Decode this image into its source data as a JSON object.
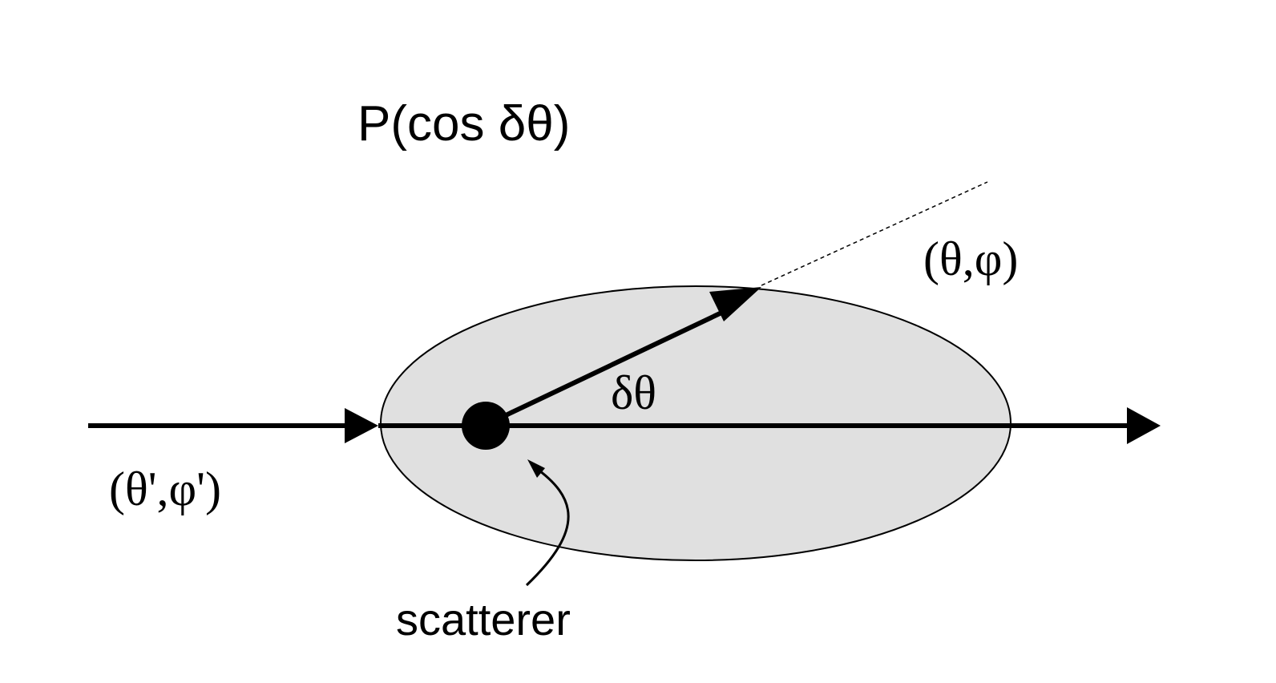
{
  "diagram": {
    "labels": {
      "phase_function": "P(cos δθ)",
      "outgoing_direction": "(θ,φ)",
      "incoming_direction": "(θ',φ')",
      "scatter_angle": "δθ",
      "scatterer": "scatterer"
    },
    "colors": {
      "ellipse_fill": "#e0e0e0",
      "stroke": "#000000"
    }
  }
}
